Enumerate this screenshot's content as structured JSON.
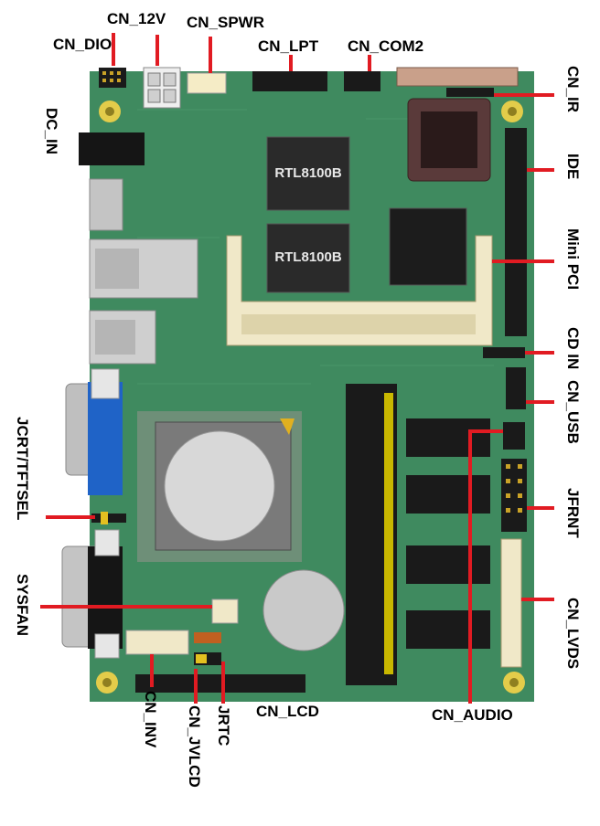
{
  "chips": {
    "rtl_top": "RTL8100B",
    "rtl_bottom": "RTL8100B"
  },
  "labels": {
    "cn_12v": "CN_12V",
    "cn_spwr": "CN_SPWR",
    "cn_dio": "CN_DIO",
    "cn_lpt": "CN_LPT",
    "cn_com2": "CN_COM2",
    "dc_in": "DC_IN",
    "cn_ir": "CN_IR",
    "ide": "IDE",
    "mini_pci": "Mini PCI",
    "cd_in": "CD IN",
    "cn_usb": "CN_USB",
    "jfrnt": "JFRNT",
    "cn_lvds": "CN_LVDS",
    "jcrt_tftsel": "JCRT/TFTSEL",
    "sysfan": "SYSFAN",
    "cn_inv": "CN_INV",
    "cn_jvlcd": "CN_JVLCD",
    "jrtc": "JRTC",
    "cn_lcd": "CN_LCD",
    "cn_audio": "CN_AUDIO"
  },
  "colors": {
    "board": "#3f8a5f",
    "pointer": "#e11b22",
    "connector": "#1a1a1a",
    "vga_port": "#1f63c7",
    "slot": "#f0e8c8",
    "memory_gold": "#c9b800"
  }
}
